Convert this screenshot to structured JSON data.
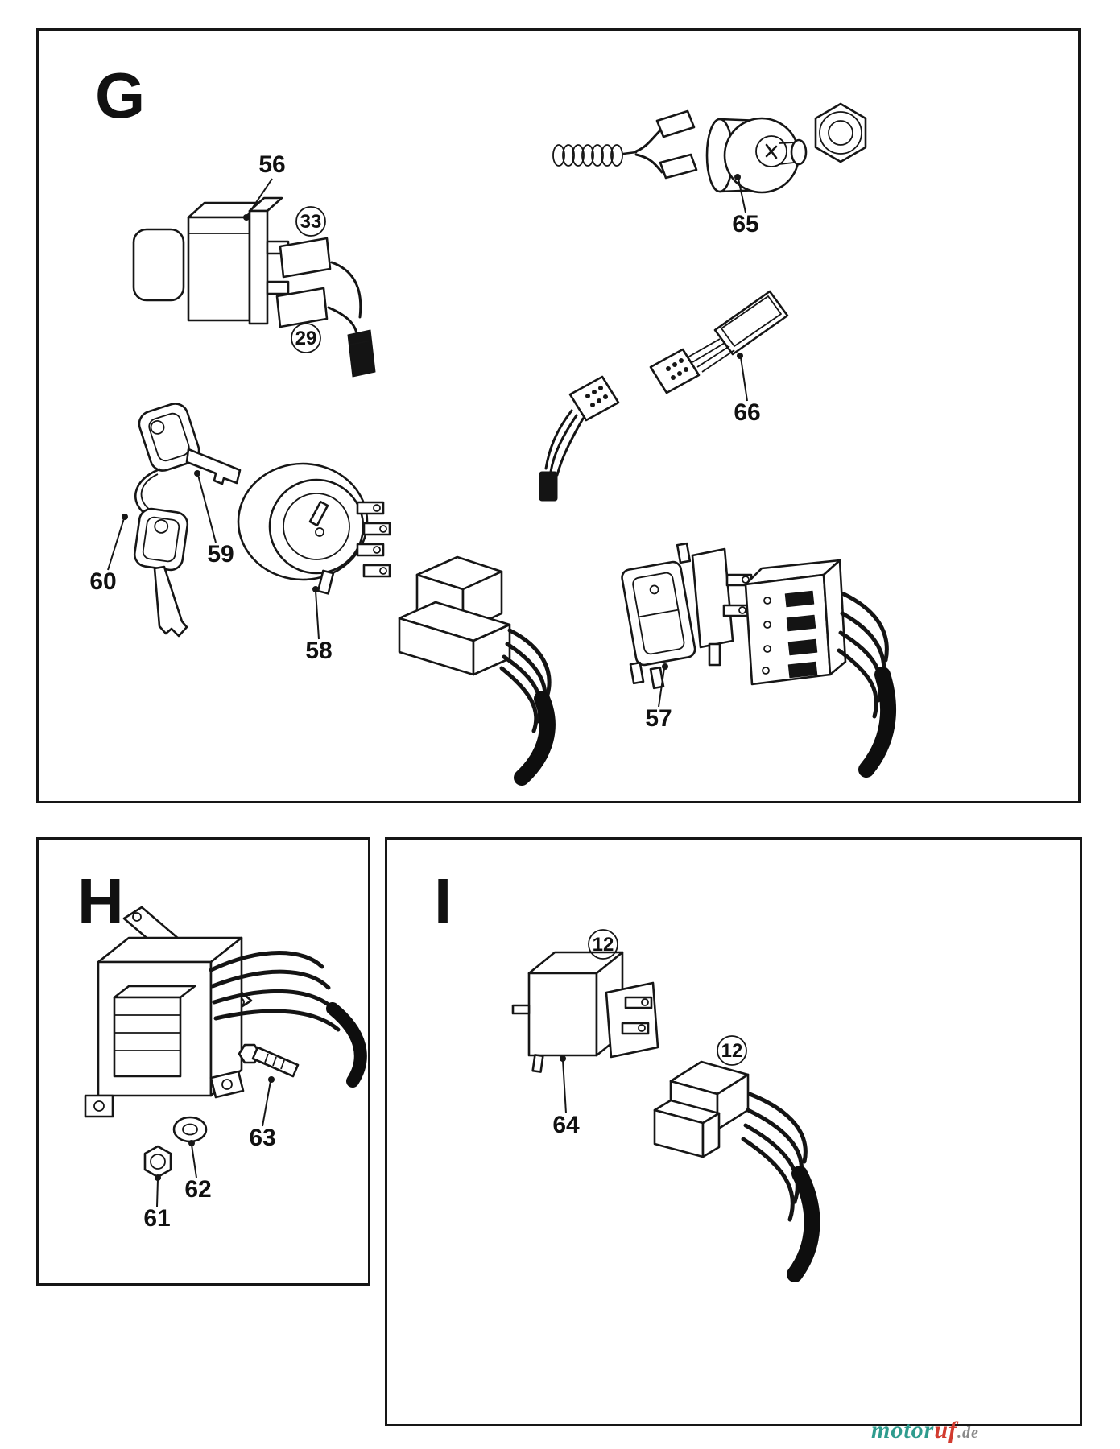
{
  "sections": {
    "g": {
      "label": "G",
      "callouts": {
        "c56": "56",
        "c33": "33",
        "c29": "29",
        "c65": "65",
        "c66": "66",
        "c59": "59",
        "c60": "60",
        "c58": "58",
        "c57": "57"
      }
    },
    "h": {
      "label": "H",
      "callouts": {
        "c61": "61",
        "c62": "62",
        "c63": "63"
      }
    },
    "i": {
      "label": "I",
      "callouts": {
        "c64": "64",
        "c12a": "12",
        "c12b": "12"
      }
    }
  },
  "watermark": {
    "part1": "motor",
    "part2": "uf",
    "part3": ".de"
  },
  "colors": {
    "ink": "#161616",
    "watermark_teal": "#2e9c8e",
    "watermark_red": "#d23b2f",
    "watermark_gray": "#8a8a8a"
  }
}
